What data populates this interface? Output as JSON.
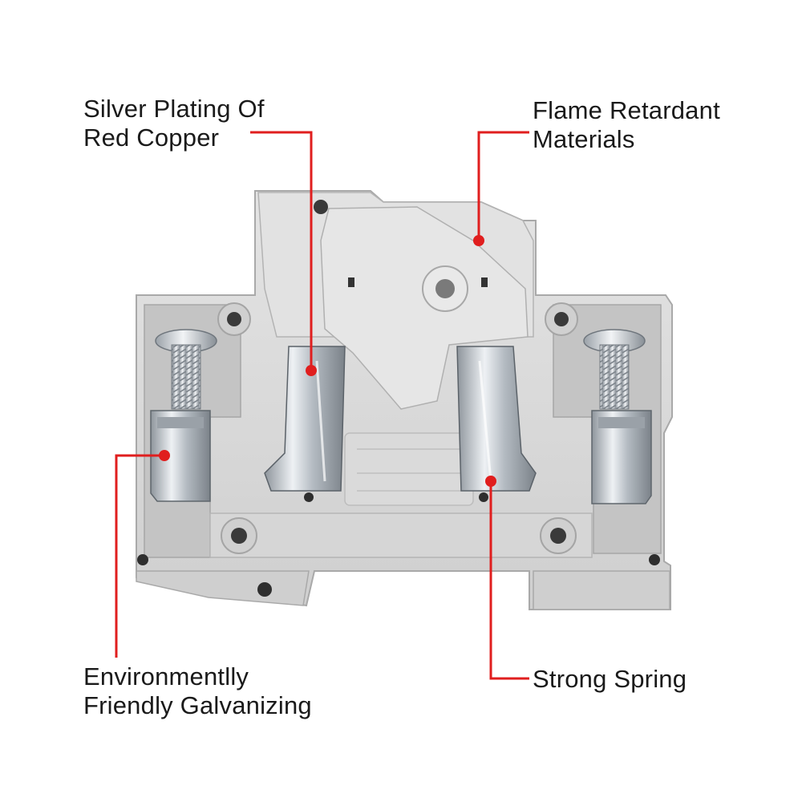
{
  "callouts": {
    "silver_plating": {
      "line1": "Silver Plating Of",
      "line2": "Red Copper"
    },
    "flame_retardant": {
      "line1": "Flame Retardant",
      "line2": "Materials"
    },
    "galvanizing": {
      "line1": "Environmentlly",
      "line2": "Friendly Galvanizing"
    },
    "spring": {
      "line1": "Strong Spring"
    }
  },
  "colors": {
    "leader_line": "#e01e1e",
    "housing": "#d9d9d9",
    "housing_shadow": "#b9b9b9",
    "metal": "#c8cdd2",
    "background": "#ffffff"
  }
}
